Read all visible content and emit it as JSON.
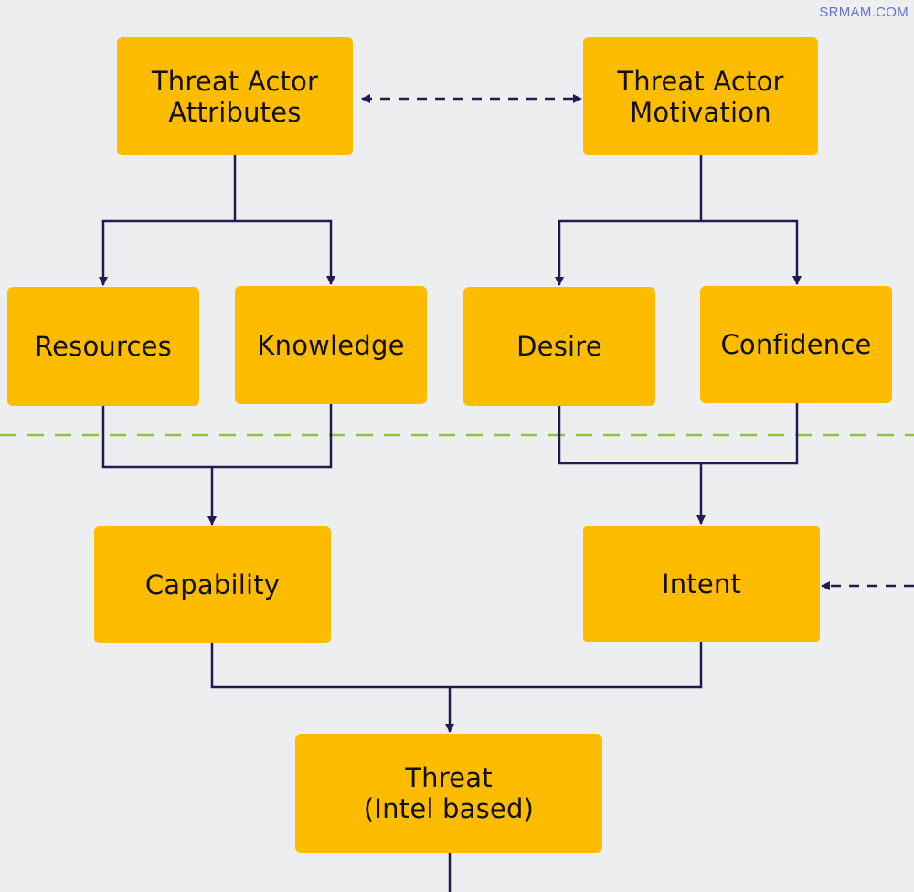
{
  "watermark": "SRMAM.COM",
  "colors": {
    "background": "#eceef0",
    "node_fill": "#fdbc00",
    "connector": "#231b4f",
    "divider": "#8cc63f",
    "watermark": "#6b6fd6"
  },
  "nodes": {
    "attributes": "Threat Actor\nAttributes",
    "motivation": "Threat Actor\nMotivation",
    "resources": "Resources",
    "knowledge": "Knowledge",
    "desire": "Desire",
    "confidence": "Confidence",
    "capability": "Capability",
    "intent": "Intent",
    "threat": "Threat\n(Intel based)"
  }
}
